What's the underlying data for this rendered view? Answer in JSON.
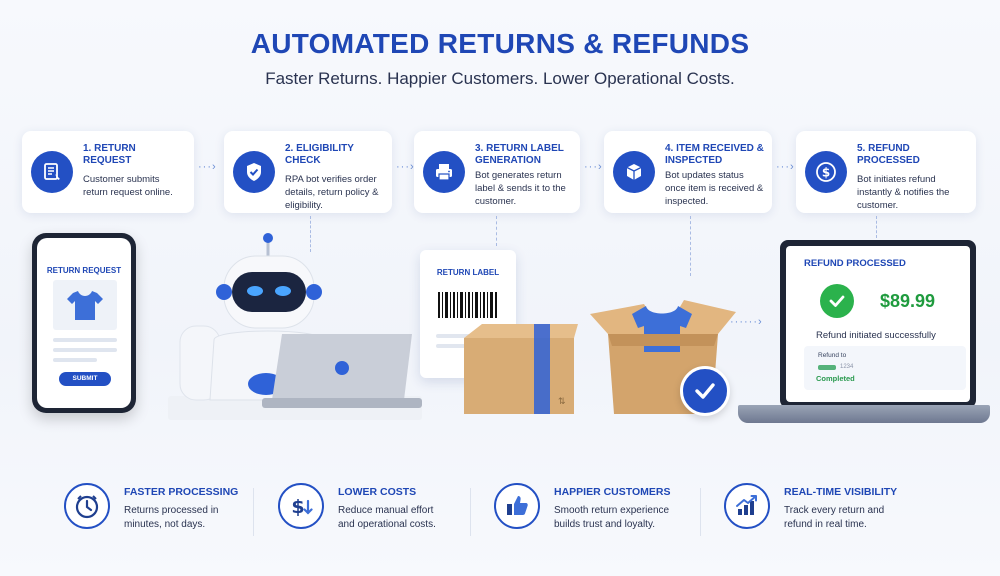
{
  "header": {
    "title": "AUTOMATED RETURNS & REFUNDS",
    "subtitle": "Faster Returns. Happier Customers. Lower Operational Costs."
  },
  "steps": [
    {
      "title": "1. RETURN REQUEST",
      "desc": "Customer submits return request online.",
      "icon": "form-icon"
    },
    {
      "title": "2. ELIGIBILITY CHECK",
      "desc": "RPA bot verifies order details, return policy & eligibility.",
      "icon": "shield-check-icon"
    },
    {
      "title": "3. RETURN LABEL GENERATION",
      "desc": "Bot generates return label & sends it to the customer.",
      "icon": "printer-icon"
    },
    {
      "title": "4. ITEM RECEIVED & INSPECTED",
      "desc": "Bot updates status once item is received & inspected.",
      "icon": "box-icon"
    },
    {
      "title": "5. REFUND PROCESSED",
      "desc": "Bot initiates refund instantly & notifies the customer.",
      "icon": "dollar-icon"
    }
  ],
  "phone": {
    "title": "RETURN REQUEST",
    "button": "SUBMIT"
  },
  "label": {
    "title": "RETURN LABEL"
  },
  "refund": {
    "title": "REFUND PROCESSED",
    "amount": "$89.99",
    "message": "Refund initiated successfully",
    "to_label": "Refund to",
    "account": "1234",
    "status": "Completed"
  },
  "benefits": [
    {
      "title": "FASTER PROCESSING",
      "desc_line1": "Returns processed in",
      "desc_line2": "minutes, not days.",
      "icon": "clock-icon"
    },
    {
      "title": "LOWER COSTS",
      "desc_line1": "Reduce manual effort",
      "desc_line2": "and operational costs.",
      "icon": "dollar-down-icon"
    },
    {
      "title": "HAPPIER CUSTOMERS",
      "desc_line1": "Smooth return experience",
      "desc_line2": "builds trust and loyalty.",
      "icon": "thumbs-up-icon"
    },
    {
      "title": "REAL-TIME VISIBILITY",
      "desc_line1": "Track every return and",
      "desc_line2": "refund in real time.",
      "icon": "chart-up-icon"
    }
  ],
  "colors": {
    "accent": "#1f47b5",
    "icon_bg": "#2350c4",
    "success": "#2bb24c"
  }
}
